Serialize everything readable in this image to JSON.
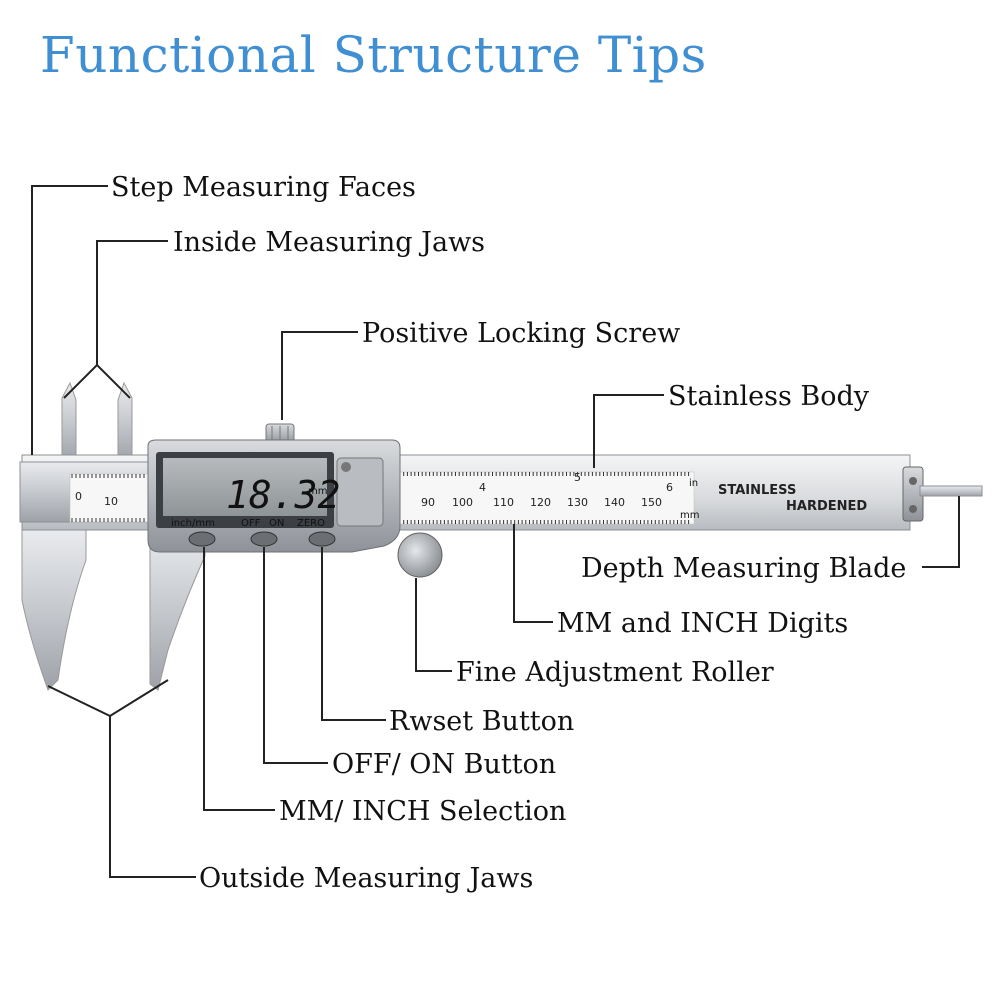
{
  "title": "Functional Structure Tips",
  "labels": {
    "step_faces": "Step Measuring Faces",
    "inside_jaws": "Inside Measuring Jaws",
    "locking_screw": "Positive Locking Screw",
    "stainless_body": "Stainless Body",
    "depth_blade": "Depth Measuring Blade",
    "mm_inch_digits": "MM and INCH Digits",
    "fine_roller": "Fine Adjustment Roller",
    "reset_button": "Rwset Button",
    "off_on_button": "OFF/ ON Button",
    "mm_inch_selection": "MM/ INCH Selection",
    "outside_jaws": "Outside Measuring Jaws"
  },
  "device": {
    "display_value": "18.32",
    "display_unit": "mm",
    "btn_inch_mm": "inch/mm",
    "btn_off": "OFF",
    "btn_on": "ON",
    "btn_zero": "ZERO",
    "engrave_stainless": "STAINLESS",
    "engrave_hardened": "HARDENED",
    "scale_unit_in": "in",
    "scale_unit_mm": "mm",
    "mm_ticks": [
      "90",
      "100",
      "110",
      "120",
      "130",
      "140",
      "150"
    ],
    "inch_ticks": [
      "4",
      "5",
      "6"
    ],
    "left_ticks": [
      "0",
      "10"
    ]
  },
  "colors": {
    "title": "#3f8fd2",
    "steel": "#c9ccd1",
    "lcd": "#9fa4a6"
  }
}
